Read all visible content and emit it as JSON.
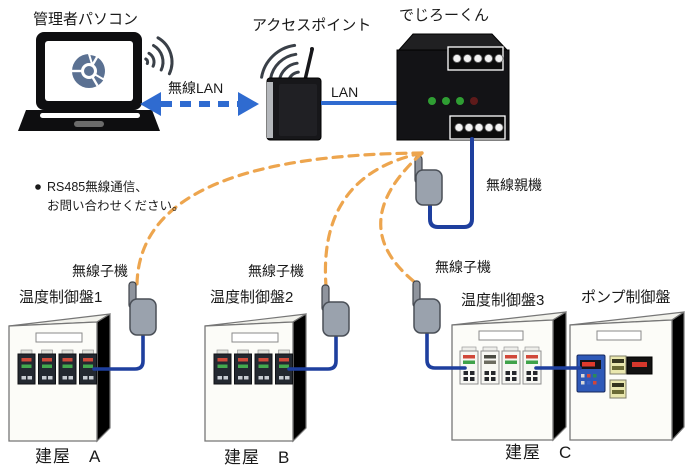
{
  "labels": {
    "admin_pc": "管理者パソコン",
    "access_point": "アクセスポイント",
    "dejiro": "でじろーくん",
    "wireless_lan": "無線LAN",
    "lan": "LAN",
    "wireless_master": "無線親機",
    "wireless_slaves": [
      "無線子機",
      "無線子機",
      "無線子機"
    ],
    "temp_panel_1": "温度制御盤1",
    "temp_panel_2": "温度制御盤2",
    "temp_panel_3": "温度制御盤3",
    "pump_panel": "ポンプ制御盤",
    "building_a": "建屋　A",
    "building_b": "建屋　B",
    "building_c": "建屋　C"
  },
  "note": {
    "line1": "RS485無線通信、",
    "line2": "お問い合わせください。"
  },
  "colors": {
    "cable_blue": "#1e3f9e",
    "link_blue": "#2f6bd0",
    "wireless_orange": "#eda54e",
    "device_gray": "#9aa2ad",
    "led_green": "#2f9e33",
    "led_red": "#5e1a1a",
    "inverter_blue": "#2e59b8"
  }
}
